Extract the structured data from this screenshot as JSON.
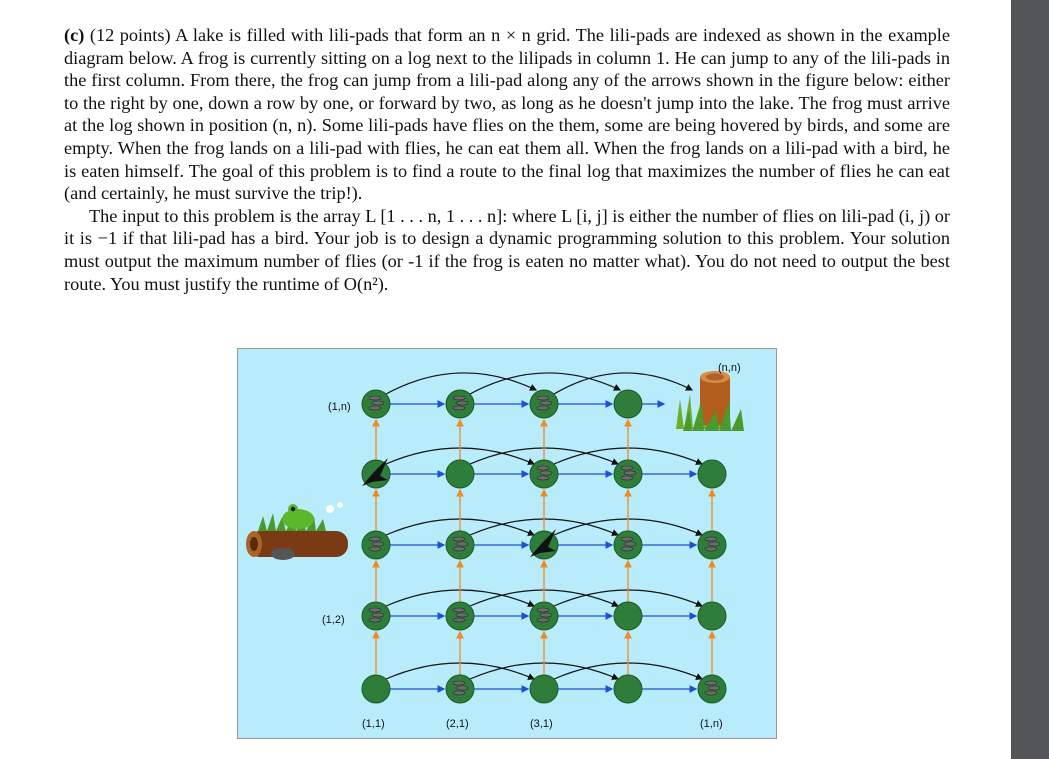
{
  "problem": {
    "label": "(c)",
    "points": "(12 points)",
    "para1": "A lake is filled with lili-pads that form an n × n grid. The lili-pads are indexed as shown in the example diagram below. A frog is currently sitting on a log next to the lilipads in column 1. He can jump to any of the lili-pads in the first column. From there, the frog can jump from a lili-pad along any of the arrows shown in the figure below: either to the right by one, down a row by one, or forward by two, as long as he doesn't jump into the lake. The frog must arrive at the log shown in position (n, n). Some lili-pads have flies on the them, some are being hovered by birds, and some are empty. When the frog lands on a lili-pad with flies, he can eat them all. When the frog lands on a lili-pad with a bird, he is eaten himself. The goal of this problem is to find a route to the final log that maximizes the number of flies he can eat (and certainly, he must survive the trip!).",
    "para2": "The input to this problem is the array L [1 . . . n, 1 . . . n]: where L [i, j] is either the number of flies on lili-pad (i, j) or it is −1 if that lili-pad has a bird. Your job is to design a dynamic programming solution to this problem. Your solution must output the maximum number of flies (or -1 if the frog is eaten no matter what). You do not need to output the best route. You must justify the runtime of O(n²)."
  },
  "figure": {
    "labels": {
      "top_right": "(n,n)",
      "left_top": "(1,n)",
      "left_mid": "(1,2)",
      "bottom_1": "(1,1)",
      "bottom_2": "(2,1)",
      "bottom_3": "(3,1)",
      "bottom_n": "(1,n)"
    },
    "colors": {
      "lake": "#b9ecfb",
      "pad": "#2e7d3a",
      "right_arrow": "#1f4fd6",
      "up_arrow": "#f08a24",
      "jump_arrow": "#111111"
    },
    "grid": [
      [
        "fly",
        "fly",
        "fly",
        "empty",
        "log"
      ],
      [
        "bird",
        "empty",
        "fly",
        "fly",
        "empty"
      ],
      [
        "fly",
        "fly",
        "bird",
        "fly",
        "fly"
      ],
      [
        "fly",
        "fly",
        "fly",
        "empty",
        "empty"
      ],
      [
        "empty",
        "fly",
        "empty",
        "empty",
        "fly"
      ]
    ]
  }
}
